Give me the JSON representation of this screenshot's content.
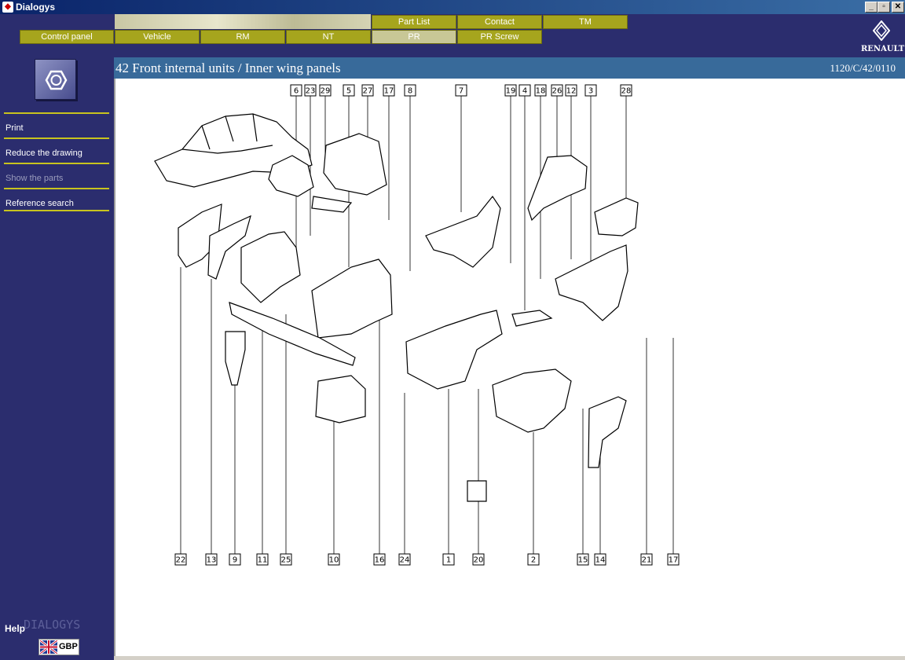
{
  "window": {
    "title": "Dialogys",
    "minimize": "_",
    "maximize": "▫",
    "close": "✕"
  },
  "nav": {
    "top_row": [
      "Part List",
      "Contact",
      "TM"
    ],
    "bottom_row": [
      "Control panel",
      "Vehicle",
      "RM",
      "NT",
      "PR",
      "PR Screw"
    ],
    "active": "PR"
  },
  "brand": {
    "name": "RENAULT"
  },
  "sidebar": {
    "icon": "hex-nut-icon",
    "items": [
      {
        "label": "Print",
        "enabled": true
      },
      {
        "label": "Reduce the drawing",
        "enabled": true
      },
      {
        "label": "Show the parts",
        "enabled": false
      },
      {
        "label": "Reference search",
        "enabled": true
      }
    ],
    "help": "Help",
    "watermark": "DIALOGYS",
    "currency": "GBP"
  },
  "page": {
    "title": "42 Front internal units / Inner wing panels",
    "reference": "1120/C/42/0110"
  },
  "callouts_top": [
    "6",
    "23",
    "29",
    "5",
    "27",
    "17",
    "8",
    "7",
    "19",
    "4",
    "18",
    "26",
    "12",
    "3",
    "28"
  ],
  "callouts_bottom": [
    "22",
    "13",
    "9",
    "11",
    "25",
    "10",
    "16",
    "24",
    "1",
    "20",
    "2",
    "15",
    "14",
    "21",
    "17"
  ]
}
